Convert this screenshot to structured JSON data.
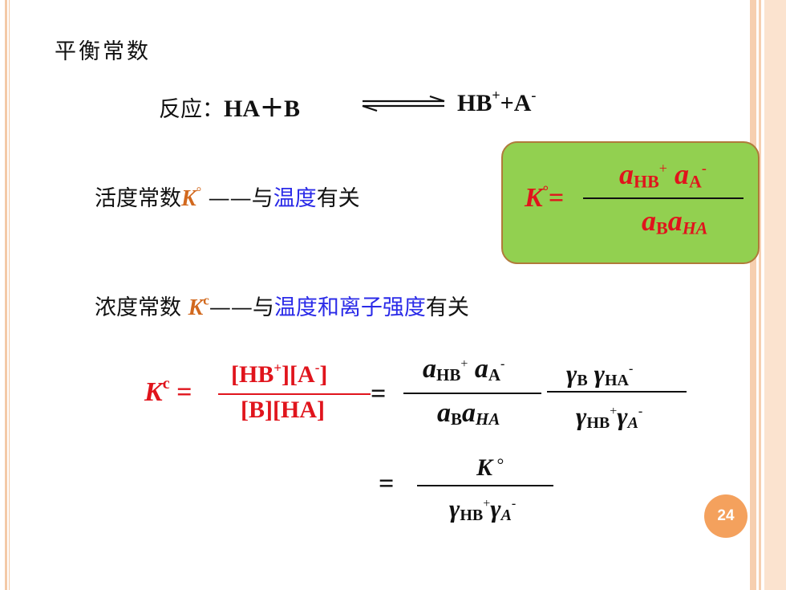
{
  "slide": {
    "title": "平衡常数",
    "page_number": "24"
  },
  "reaction": {
    "prefix": "反应：",
    "reactants": "HA＋B",
    "products_base": "HB",
    "products_sup1": "+",
    "products_mid": "+A",
    "products_sup2": "-"
  },
  "activity": {
    "label": "活度常数",
    "symbol": "K",
    "symbol_mark": "°",
    "dash": " ——与",
    "blue_text": "温度",
    "tail": "有关"
  },
  "concentration": {
    "label": "浓度常数 ",
    "symbol": "K",
    "symbol_sup": "c",
    "dash": "——与",
    "blue_text": "温度和离子强度",
    "tail": "有关"
  },
  "box_formula": {
    "lhs_symbol": "K",
    "lhs_mark": "°",
    "equals": "=",
    "num_a1": "a",
    "num_sub1": "HB",
    "num_sup1": "+",
    "num_a2": "a",
    "num_sub2": "A",
    "num_sup2": "-",
    "den_a1": "a",
    "den_sub1": "B",
    "den_a2": "a",
    "den_sub2": "HA"
  },
  "kc_formula": {
    "lhs_symbol": "K",
    "lhs_sup": "c",
    "lhs_equals": " =",
    "frac1_num_1": "[HB",
    "frac1_num_sup": "+",
    "frac1_num_2": "][A",
    "frac1_num_sup2": "-",
    "frac1_num_3": "]",
    "frac1_den": "[B][HA]",
    "equals": "=",
    "frac2_num_a1": "a",
    "frac2_num_sub1": "HB",
    "frac2_num_sup1": "+",
    "frac2_num_a2": "a",
    "frac2_num_sub2": "A",
    "frac2_num_sup2": "-",
    "frac2_den_a1": "a",
    "frac2_den_sub1": "B",
    "frac2_den_a2": "a",
    "frac2_den_sub2": "HA",
    "frac3_num_g1": "γ",
    "frac3_num_sub1": "B",
    "frac3_num_g2": "γ",
    "frac3_num_sub2": "HA",
    "frac3_num_sup2": "-",
    "frac3_den_g1": "γ",
    "frac3_den_sub1": "HB",
    "frac3_den_sup1": "+",
    "frac3_den_g2": "γ",
    "frac3_den_sub2": "A",
    "frac3_den_sup2": "-"
  },
  "final_formula": {
    "equals": "=",
    "num_symbol": "K",
    "num_mark": "°",
    "den_g1": "γ",
    "den_sub1": "HB",
    "den_sup1": "+",
    "den_g2": "γ",
    "den_sub2": "A",
    "den_sup2": "-"
  }
}
